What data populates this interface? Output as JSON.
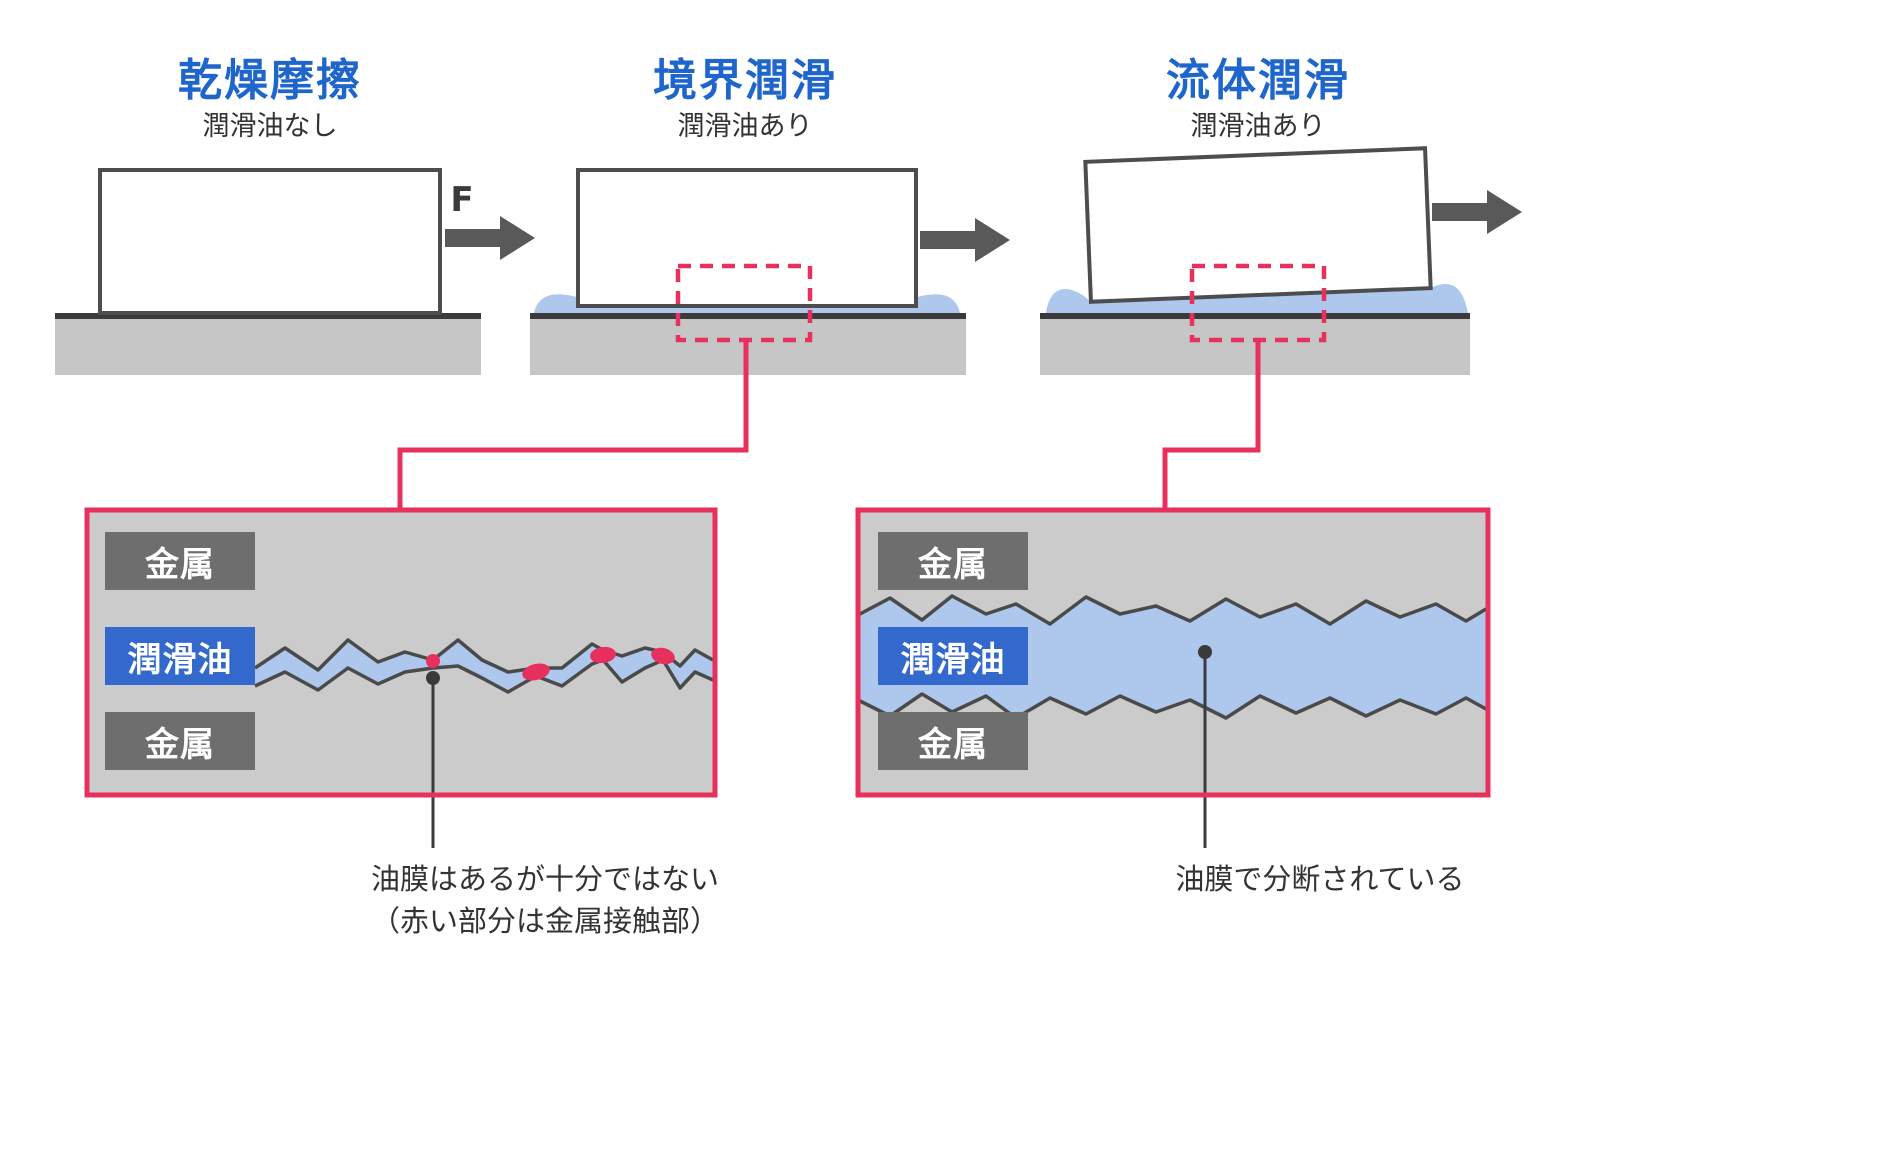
{
  "stages": [
    {
      "title": "乾燥摩擦",
      "subtitle": "潤滑油なし",
      "force_label": "F"
    },
    {
      "title": "境界潤滑",
      "subtitle": "潤滑油あり"
    },
    {
      "title": "流体潤滑",
      "subtitle": "潤滑油あり"
    }
  ],
  "panels": [
    {
      "label_top": "金属",
      "label_middle": "潤滑油",
      "label_bottom": "金属",
      "caption": [
        "油膜はあるが十分ではない",
        "（赤い部分は金属接触部）"
      ]
    },
    {
      "label_top": "金属",
      "label_middle": "潤滑油",
      "label_bottom": "金属",
      "caption": [
        "油膜で分断されている"
      ]
    }
  ],
  "colors": {
    "title_blue": "#1f66cc",
    "accent_red": "#e8305d",
    "lubricant_blue": "#aec7ed",
    "ground_gray": "#c6c6c6",
    "panel_gray": "#cbcbcb",
    "badge_gray": "#6e6e6e",
    "badge_blue": "#3369cc",
    "line_dark": "#3a3a3a"
  }
}
